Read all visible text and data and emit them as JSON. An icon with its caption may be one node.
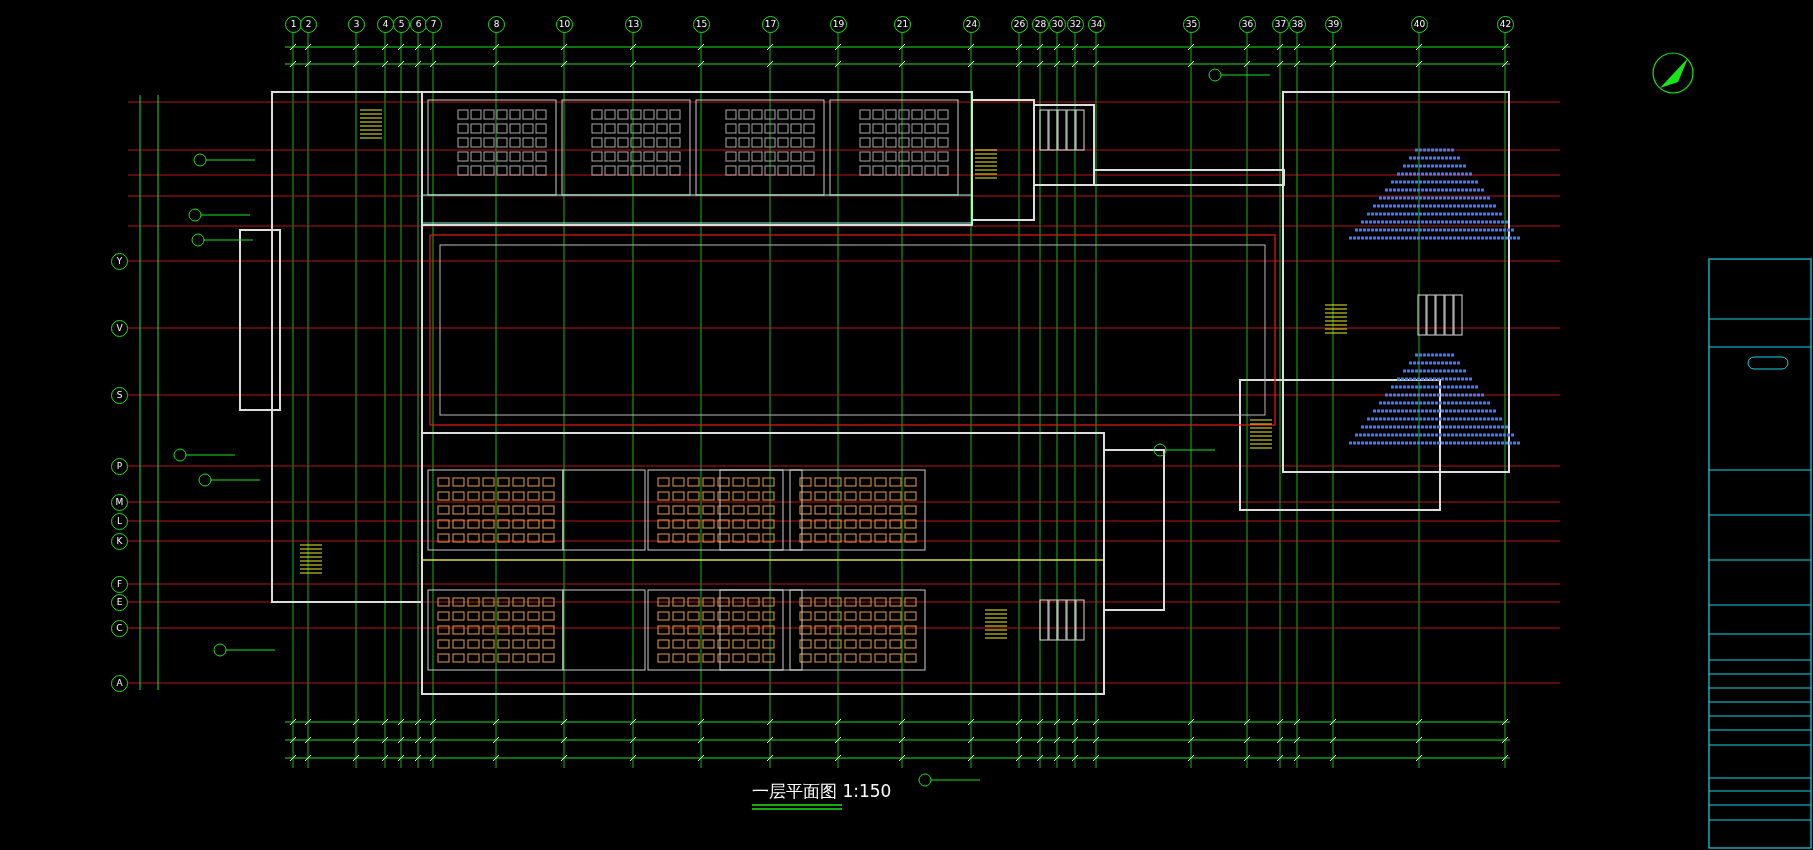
{
  "diagram": {
    "title": "一层平面图 1:150",
    "nodes": [
      {
        "text": [
          "1"
        ]
      },
      {
        "text": [
          "2"
        ]
      },
      {
        "text": [
          "3"
        ]
      },
      {
        "text": [
          "4"
        ]
      },
      {
        "text": [
          "5"
        ]
      },
      {
        "text": [
          "6"
        ]
      },
      {
        "text": [
          "7"
        ]
      },
      {
        "text": [
          "8"
        ]
      },
      {
        "text": [
          "10"
        ]
      },
      {
        "text": [
          "13"
        ]
      },
      {
        "text": [
          "15"
        ]
      },
      {
        "text": [
          "17"
        ]
      },
      {
        "text": [
          "19"
        ]
      },
      {
        "text": [
          "21"
        ]
      },
      {
        "text": [
          "24"
        ]
      },
      {
        "text": [
          "26"
        ]
      },
      {
        "text": [
          "28"
        ]
      },
      {
        "text": [
          "30"
        ]
      },
      {
        "text": [
          "32"
        ]
      },
      {
        "text": [
          "34"
        ]
      },
      {
        "text": [
          "35"
        ]
      },
      {
        "text": [
          "36"
        ]
      },
      {
        "text": [
          "37"
        ]
      },
      {
        "text": [
          "38"
        ]
      },
      {
        "text": [
          "39"
        ]
      },
      {
        "text": [
          "40"
        ]
      },
      {
        "text": [
          "42"
        ]
      },
      {
        "text": [
          "Y"
        ]
      },
      {
        "text": [
          "V"
        ]
      },
      {
        "text": [
          "S"
        ]
      },
      {
        "text": [
          "P"
        ]
      },
      {
        "text": [
          "M"
        ]
      },
      {
        "text": [
          "L"
        ]
      },
      {
        "text": [
          "K"
        ]
      },
      {
        "text": [
          "F"
        ]
      },
      {
        "text": [
          "E"
        ]
      },
      {
        "text": [
          "C"
        ]
      },
      {
        "text": [
          "A"
        ]
      }
    ],
    "edges": []
  }
}
